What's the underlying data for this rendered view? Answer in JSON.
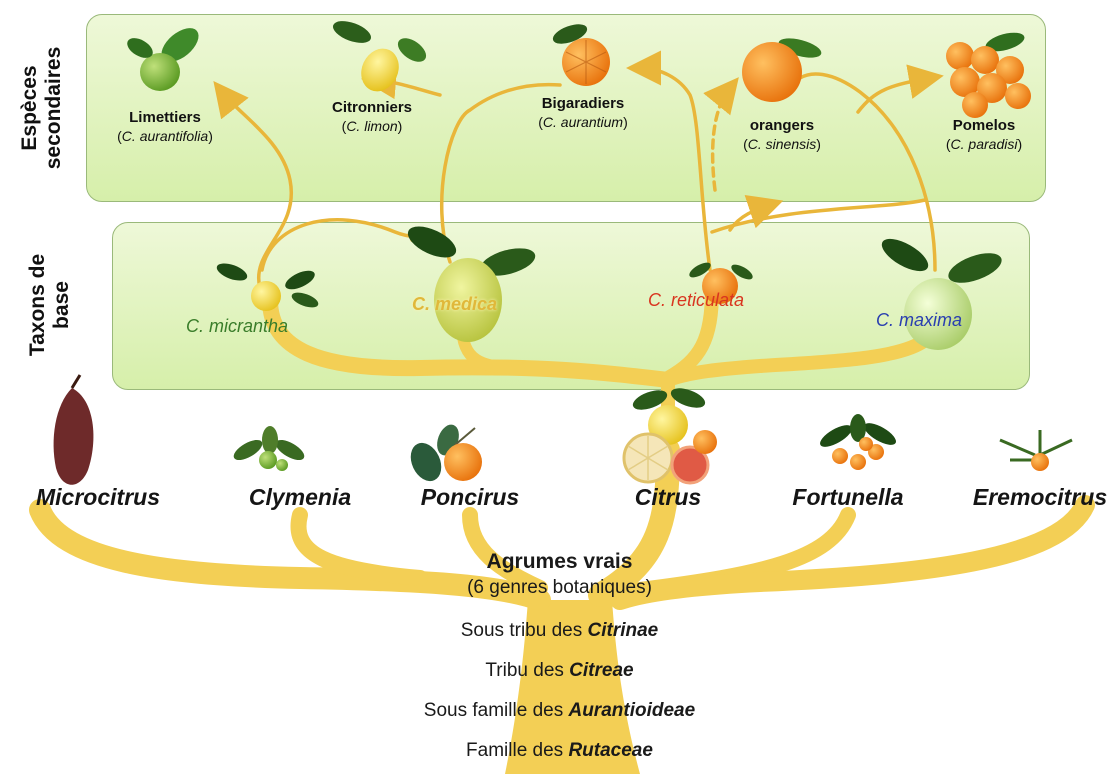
{
  "side_labels": {
    "secondary": "Espèces\nsecondaires",
    "base": "Taxons de\nbase"
  },
  "secondary_species": [
    {
      "name": "Limettiers",
      "sci": "C. aurantifolia"
    },
    {
      "name": "Citronniers",
      "sci": "C. limon"
    },
    {
      "name": "Bigaradiers",
      "sci": "C. aurantium"
    },
    {
      "name": "orangers",
      "sci": "C. sinensis"
    },
    {
      "name": "Pomelos",
      "sci": "C. paradisi"
    }
  ],
  "base_taxa": [
    {
      "name": "C. micrantha",
      "color": "#3a7d2a"
    },
    {
      "name": "C. medica",
      "color": "#e0b83a"
    },
    {
      "name": "C. reticulata",
      "color": "#d9351f"
    },
    {
      "name": "C. maxima",
      "color": "#2a3fb0"
    }
  ],
  "genera": [
    "Microcitrus",
    "Clymenia",
    "Poncirus",
    "Citrus",
    "Fortunella",
    "Eremocitrus"
  ],
  "trunk": {
    "title": "Agrumes vrais",
    "subtitle": "(6 genres botaniques)",
    "levels": [
      {
        "prefix": "Sous tribu des ",
        "taxon": "Citrinae"
      },
      {
        "prefix": "Tribu des ",
        "taxon": "Citreae"
      },
      {
        "prefix": "Sous famille des ",
        "taxon": "Aurantioideae"
      },
      {
        "prefix": "Famille des ",
        "taxon": "Rutaceae"
      }
    ]
  },
  "colors": {
    "branch": "#f3cf55",
    "arrow": "#e9b63a",
    "panel_fill": "#e3f3c2",
    "panel_border": "#9ab97a"
  }
}
